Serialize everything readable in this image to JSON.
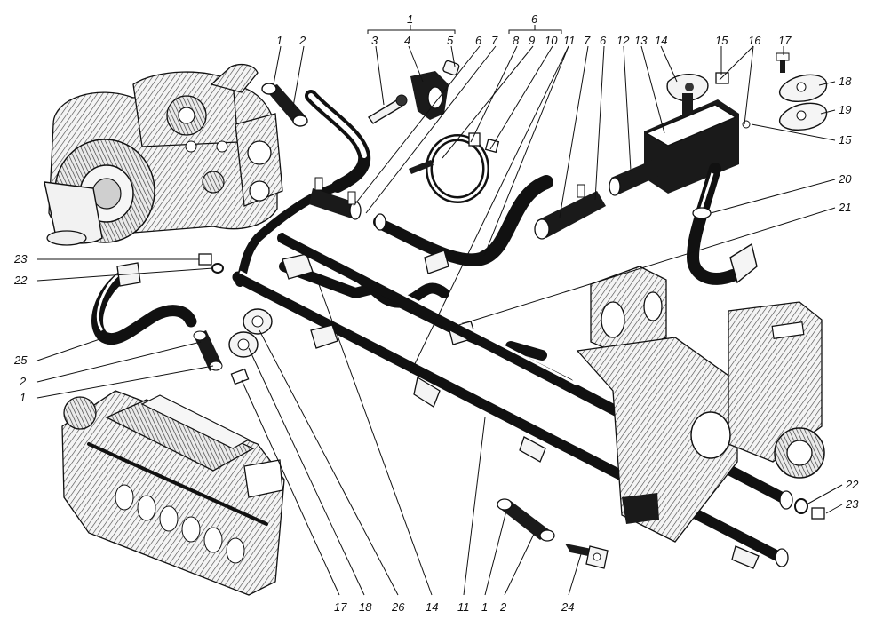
{
  "callouts": {
    "top": [
      "1",
      "2",
      "3",
      "4",
      "5",
      "6",
      "7",
      "8",
      "9",
      "10",
      "11",
      "7",
      "6",
      "12",
      "13",
      "14",
      "15",
      "16",
      "17"
    ],
    "group_1": "1",
    "group_6": "6",
    "right": [
      "18",
      "19",
      "15",
      "20",
      "21",
      "22",
      "23"
    ],
    "left": [
      "23",
      "22",
      "25",
      "2",
      "1"
    ],
    "bottom": [
      "17",
      "18",
      "26",
      "14",
      "11",
      "1",
      "2",
      "24"
    ]
  }
}
